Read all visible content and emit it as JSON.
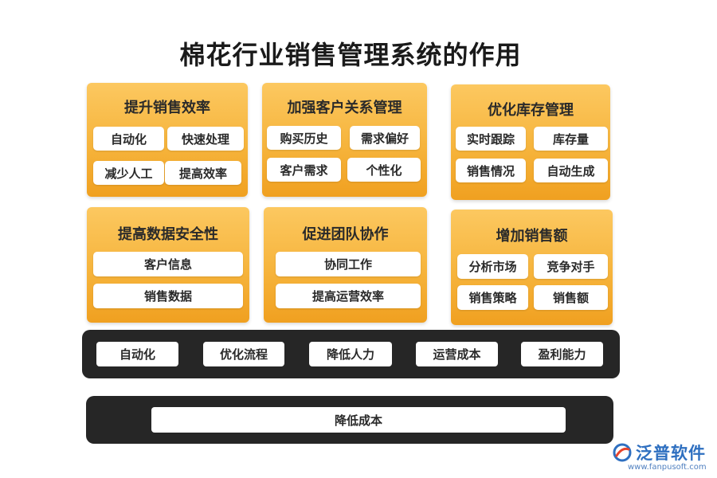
{
  "title": "棉花行业销售管理系统的作用",
  "cards": [
    {
      "title": "提升销售效率",
      "items": [
        "自动化",
        "快速处理",
        "减少人工",
        "提高效率"
      ]
    },
    {
      "title": "加强客户关系管理",
      "items": [
        "购买历史",
        "需求偏好",
        "客户需求",
        "个性化"
      ]
    },
    {
      "title": "优化库存管理",
      "items": [
        "实时跟踪",
        "库存量",
        "销售情况",
        "自动生成"
      ]
    },
    {
      "title": "提高数据安全性",
      "items": [
        "客户信息",
        "销售数据"
      ]
    },
    {
      "title": "促进团队协作",
      "items": [
        "协同工作",
        "提高运营效率"
      ]
    },
    {
      "title": "增加销售额",
      "items": [
        "分析市场",
        "竞争对手",
        "销售策略",
        "销售额"
      ]
    }
  ],
  "benefits": [
    "自动化",
    "优化流程",
    "降低人力",
    "运营成本",
    "盈利能力"
  ],
  "bottom": "降低成本",
  "logo": {
    "name": "泛普软件",
    "url": "www.fanpusoft.com"
  }
}
